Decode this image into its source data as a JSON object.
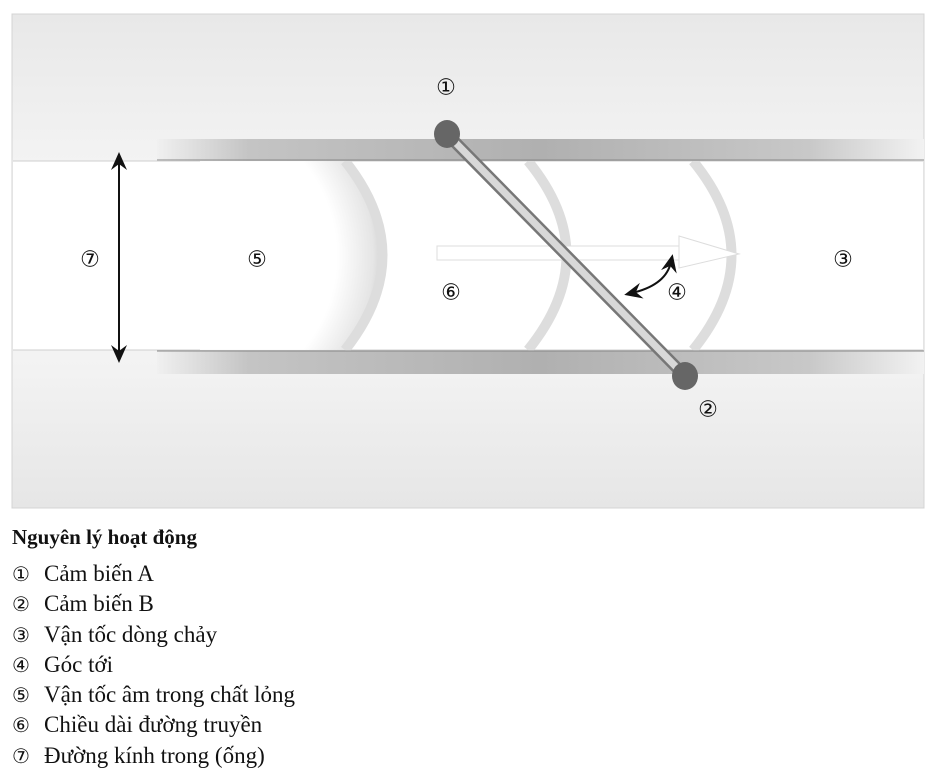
{
  "diagram": {
    "labels": {
      "l1": "①",
      "l2": "②",
      "l3": "③",
      "l4": "④",
      "l5": "⑤",
      "l6": "⑥",
      "l7": "⑦"
    }
  },
  "legend": {
    "title": "Nguyên lý hoạt động",
    "items": [
      {
        "num": "①",
        "text": "Cảm biến A"
      },
      {
        "num": "②",
        "text": "Cảm biến B"
      },
      {
        "num": "③",
        "text": "Vận tốc dòng chảy"
      },
      {
        "num": "④",
        "text": "Góc tới"
      },
      {
        "num": "⑤",
        "text": "Vận tốc âm trong chất lỏng"
      },
      {
        "num": "⑥",
        "text": "Chiều dài đường truyền"
      },
      {
        "num": "⑦",
        "text": "Đường kính trong (ống)"
      }
    ]
  }
}
